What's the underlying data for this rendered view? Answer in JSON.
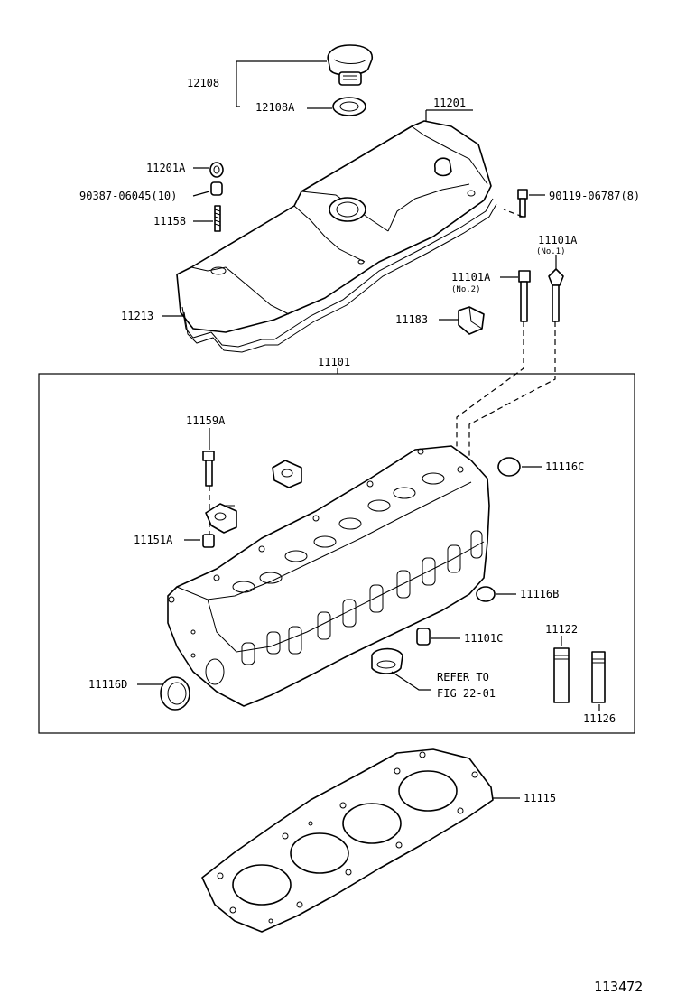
{
  "labels": {
    "p12108": "12108",
    "p12108A": "12108A",
    "p11201": "11201",
    "p11201A": "11201A",
    "p90387": "90387-06045(10)",
    "p11158": "11158",
    "p90119": "90119-06787(8)",
    "p11101A_1": "11101A",
    "no1": "(No.1)",
    "p11101A_2": "11101A",
    "no2": "(No.2)",
    "p11213": "11213",
    "p11183": "11183",
    "p11101": "11101",
    "p11159A": "11159A",
    "p11116C": "11116C",
    "p11151A": "11151A",
    "p11116B": "11116B",
    "p11122": "11122",
    "p11101C": "11101C",
    "p11116D": "11116D",
    "refer_to": "REFER TO",
    "fig_ref": "FIG 22-01",
    "p11126": "11126",
    "p11115": "11115"
  },
  "figure_id": "113472"
}
